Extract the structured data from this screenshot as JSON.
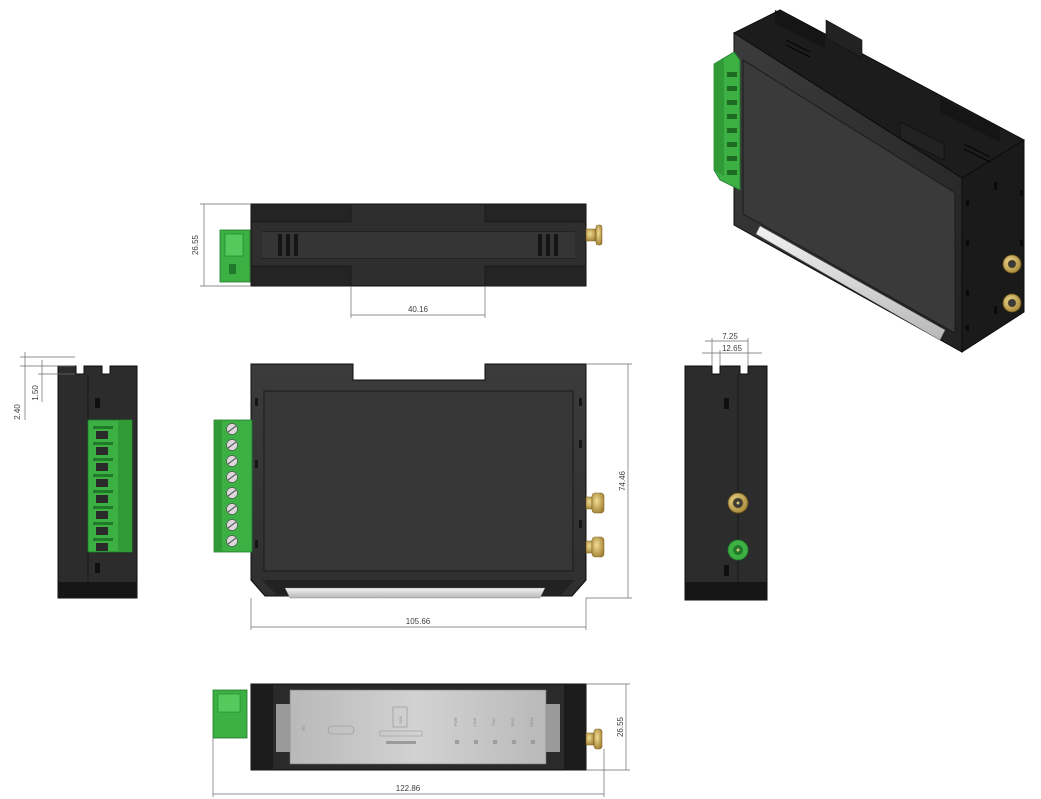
{
  "colors": {
    "housing": "#2e2e2e",
    "housing_dark": "#171717",
    "housing_edge": "#0c0c0c",
    "face_panel": "#3a3a3a",
    "terminal_green": "#3cb043",
    "terminal_green_dark": "#1f7a2a",
    "connector_gold": "#c9a94e",
    "dimension_line": "#6a6a6a",
    "dimension_text": "#404040"
  },
  "dimensions": {
    "top_height": "26.55",
    "top_slot_width": "40.16",
    "left_offset_outer": "2.40",
    "left_offset_inner": "1.50",
    "right_slot_outer": "7.25",
    "right_slot_inner": "12.65",
    "front_height": "74.46",
    "front_width": "105.66",
    "bottom_height": "26.55",
    "bottom_width": "122.86"
  },
  "bottom_panel_labels": [
    "RS",
    "SIM",
    "PWR",
    "LINK",
    "TXD",
    "RXD",
    "DATA"
  ],
  "views": [
    "top-view",
    "left-side-view",
    "front-view",
    "right-side-view",
    "bottom-view",
    "isometric-view"
  ]
}
